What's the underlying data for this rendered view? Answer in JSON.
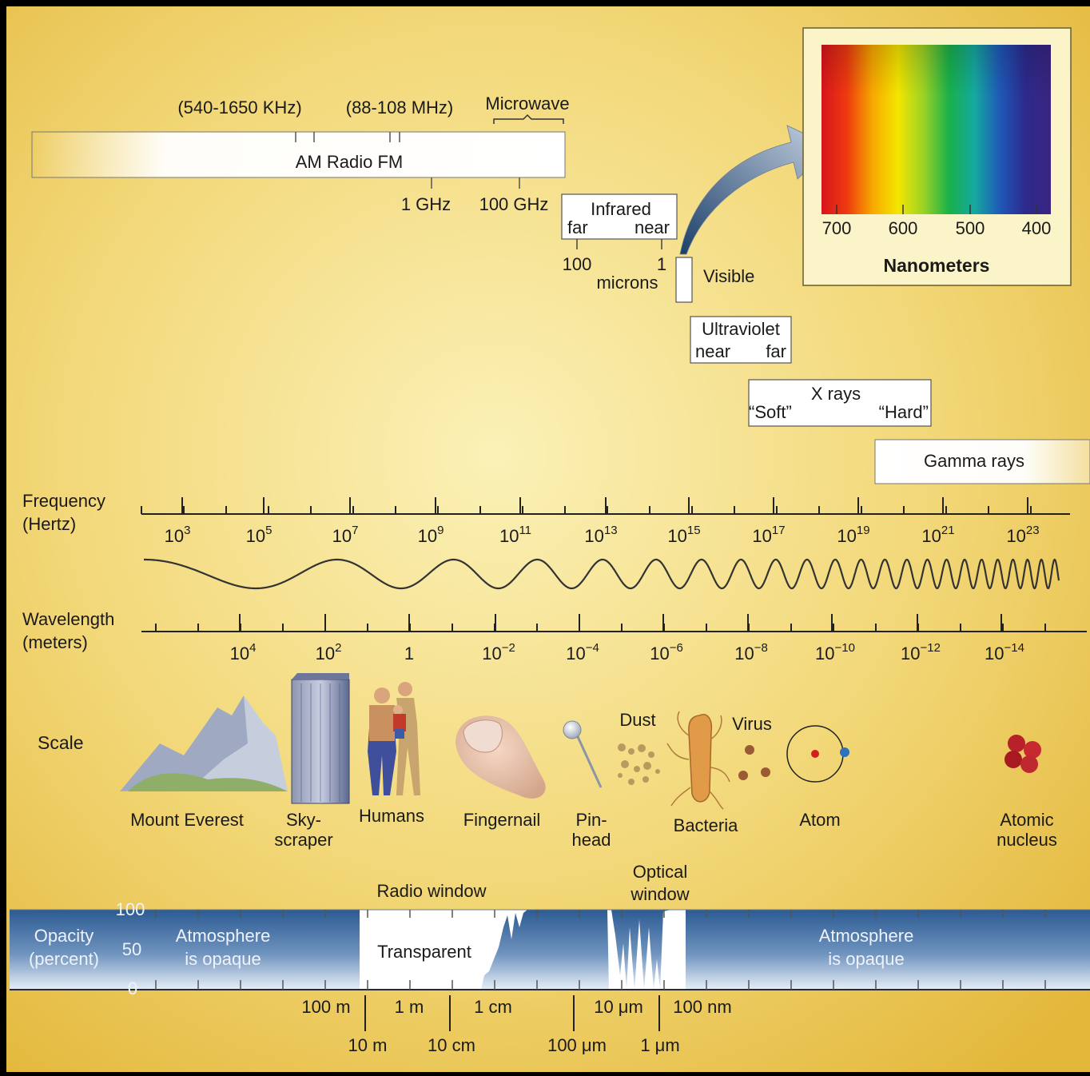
{
  "bands": {
    "am_range": "(540-1650 KHz)",
    "fm_range": "(88-108 MHz)",
    "microwave": "Microwave",
    "radio_label": "AM Radio FM",
    "ghz_1": "1 GHz",
    "ghz_100": "100 GHz",
    "infrared": {
      "title": "Infrared",
      "far": "far",
      "near": "near"
    },
    "ir_100": "100",
    "ir_1": "1",
    "microns": "microns",
    "visible": "Visible",
    "ultraviolet": {
      "title": "Ultraviolet",
      "near": "near",
      "far": "far"
    },
    "xrays": {
      "title": "X rays",
      "soft": "“Soft”",
      "hard": "“Hard”"
    },
    "gamma": "Gamma rays"
  },
  "spectrum_inset": {
    "ticks": [
      "700",
      "600",
      "500",
      "400"
    ],
    "unit": "Nanometers",
    "colors": [
      "#d8141c",
      "#ee3a10",
      "#f7a800",
      "#f4e600",
      "#9cd225",
      "#19b04a",
      "#15a9a0",
      "#1f58b8",
      "#2c2a8c",
      "#3a2480"
    ]
  },
  "frequency": {
    "label1": "Frequency",
    "label2": "(Hertz)",
    "ticks": [
      {
        "b": "10",
        "e": "3"
      },
      {
        "b": "10",
        "e": "5"
      },
      {
        "b": "10",
        "e": "7"
      },
      {
        "b": "10",
        "e": "9"
      },
      {
        "b": "10",
        "e": "11"
      },
      {
        "b": "10",
        "e": "13"
      },
      {
        "b": "10",
        "e": "15"
      },
      {
        "b": "10",
        "e": "17"
      },
      {
        "b": "10",
        "e": "19"
      },
      {
        "b": "10",
        "e": "21"
      },
      {
        "b": "10",
        "e": "23"
      }
    ]
  },
  "wavelength": {
    "label1": "Wavelength",
    "label2": "(meters)",
    "ticks": [
      {
        "b": "10",
        "e": "4"
      },
      {
        "b": "10",
        "e": "2"
      },
      {
        "b": "1",
        "e": ""
      },
      {
        "b": "10",
        "e": "−2"
      },
      {
        "b": "10",
        "e": "−4"
      },
      {
        "b": "10",
        "e": "−6"
      },
      {
        "b": "10",
        "e": "−8"
      },
      {
        "b": "10",
        "e": "−10"
      },
      {
        "b": "10",
        "e": "−12"
      },
      {
        "b": "10",
        "e": "−14"
      }
    ]
  },
  "scale": {
    "label": "Scale",
    "items": {
      "everest": "Mount Everest",
      "sky1": "Sky-",
      "sky2": "scraper",
      "humans": "Humans",
      "fingernail": "Fingernail",
      "pin1": "Pin-",
      "pin2": "head",
      "dust": "Dust",
      "virus": "Virus",
      "bacteria": "Bacteria",
      "atom": "Atom",
      "nucleus1": "Atomic",
      "nucleus2": "nucleus"
    }
  },
  "opacity": {
    "label1": "Opacity",
    "label2": "(percent)",
    "y100": "100",
    "y50": "50",
    "y0": "0",
    "radio_window": "Radio window",
    "optical1": "Optical",
    "optical2": "window",
    "opaque_left1": "Atmosphere",
    "opaque_left2": "is opaque",
    "opaque_right1": "Atmosphere",
    "opaque_right2": "is opaque",
    "transparent": "Transparent",
    "axis_top": [
      "100 m",
      "1 m",
      "1 cm",
      "10 μm",
      "100 nm"
    ],
    "axis_bottom": [
      "10 m",
      "10 cm",
      "100 μm",
      "1 μm"
    ]
  }
}
